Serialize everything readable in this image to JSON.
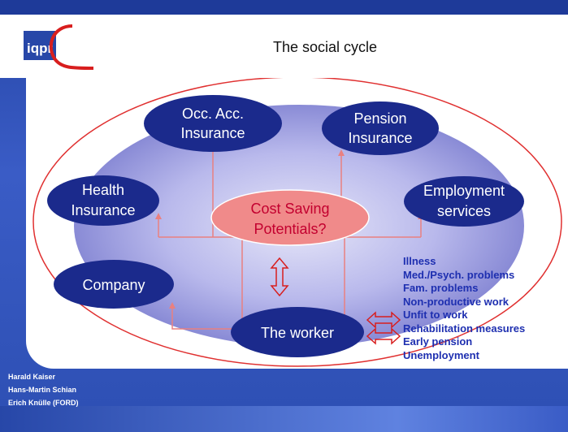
{
  "slide": {
    "title": "The social cycle",
    "logo_text": "iqpr"
  },
  "diagram": {
    "nodes": {
      "occ_acc": [
        "Occ. Acc.",
        "Insurance"
      ],
      "pension": [
        "Pension",
        "Insurance"
      ],
      "health": [
        "Health",
        "Insurance"
      ],
      "employment": [
        "Employment",
        "services"
      ],
      "company": [
        "Company"
      ],
      "worker": [
        "The worker"
      ],
      "center": [
        "Cost Saving",
        "Potentials?"
      ]
    },
    "problems": [
      "Illness",
      "Med./Psych. problems",
      "Fam. problems",
      "Non-productive work",
      "Unfit to work",
      "Rehabilitation measures",
      "Early pension",
      "Unemployment"
    ]
  },
  "authors": [
    "Harald Kaiser",
    "Hans-Martin Schian",
    "Erich Knülle (FORD)"
  ],
  "colors": {
    "node_fill": "#1b2a8c",
    "center_fill": "#f08a8a",
    "line": "#e98080",
    "list_text": "#1e2fb0"
  }
}
